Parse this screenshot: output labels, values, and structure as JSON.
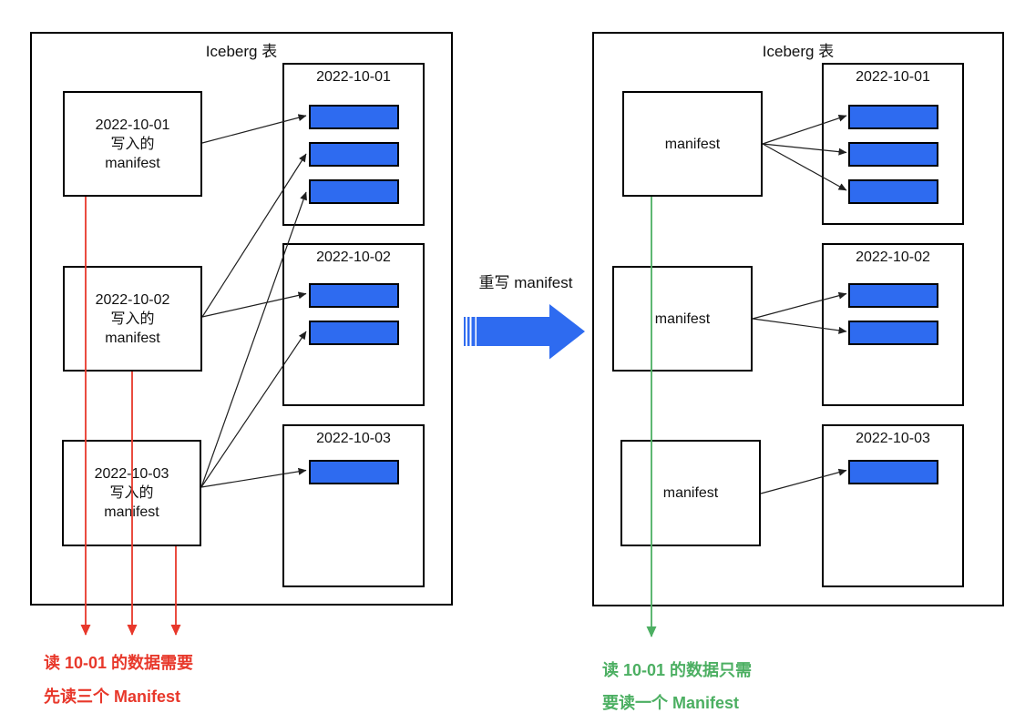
{
  "colors": {
    "blue": "#2e6bf0",
    "red": "#e8382b",
    "green": "#4caf62",
    "connector": "#1f1f1f",
    "border": "#000000"
  },
  "left": {
    "title": "Iceberg 表",
    "manifests": [
      "2022-10-01\n写入的\nmanifest",
      "2022-10-02\n写入的\nmanifest",
      "2022-10-03\n写入的\nmanifest"
    ],
    "partitions": [
      {
        "label": "2022-10-01",
        "files": 3
      },
      {
        "label": "2022-10-02",
        "files": 2
      },
      {
        "label": "2022-10-03",
        "files": 1
      }
    ],
    "note": [
      "读 10-01 的数据需要",
      "先读三个 Manifest"
    ]
  },
  "middle": {
    "label": "重写 manifest"
  },
  "right": {
    "title": "Iceberg 表",
    "manifests": [
      "manifest",
      "manifest",
      "manifest"
    ],
    "partitions": [
      {
        "label": "2022-10-01",
        "files": 3
      },
      {
        "label": "2022-10-02",
        "files": 2
      },
      {
        "label": "2022-10-03",
        "files": 1
      }
    ],
    "note": [
      "读 10-01 的数据只需",
      "要读一个 Manifest"
    ]
  }
}
